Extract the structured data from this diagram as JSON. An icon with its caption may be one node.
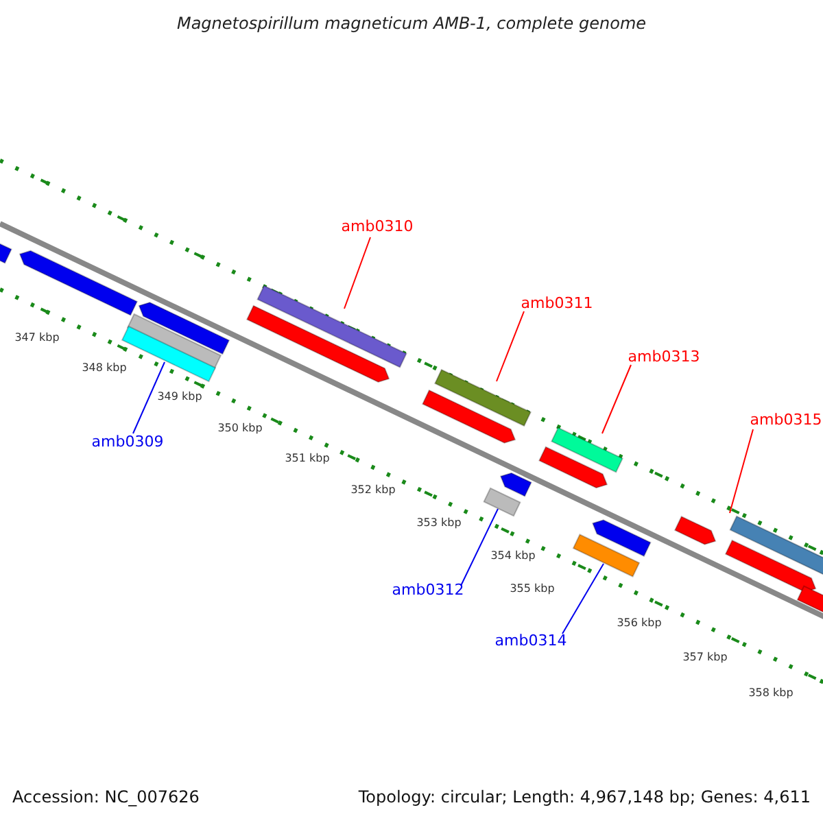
{
  "diagram": {
    "title": "Magnetospirillum magneticum AMB-1, complete genome",
    "nodes": [
      {
        "text": [
          "amb0310"
        ]
      },
      {
        "text": [],
        "shape": "bar"
      },
      {
        "text": [
          "amb0311"
        ]
      },
      {
        "text": [],
        "shape": "bar"
      },
      {
        "text": [
          "amb0313"
        ]
      },
      {
        "text": [],
        "shape": "bar"
      },
      {
        "text": [
          "amb0315"
        ]
      },
      {
        "text": [],
        "shape": "bar"
      },
      {
        "text": [
          "amb0309"
        ]
      },
      {
        "text": [],
        "shape": "bar"
      },
      {
        "text": [
          "amb0312"
        ]
      },
      {
        "text": [],
        "shape": "bar"
      },
      {
        "text": [
          "amb0314"
        ]
      },
      {
        "text": [],
        "shape": "bar"
      }
    ],
    "edges": [
      {
        "from": 0,
        "to": 1,
        "arrow": "none"
      },
      {
        "from": 2,
        "to": 3,
        "arrow": "none"
      },
      {
        "from": 4,
        "to": 5,
        "arrow": "none"
      },
      {
        "from": 6,
        "to": 7,
        "arrow": "none"
      },
      {
        "from": 8,
        "to": 9,
        "arrow": "none",
        "color": "#0000ee"
      },
      {
        "from": 10,
        "to": 11,
        "arrow": "none",
        "color": "#0000ee"
      },
      {
        "from": 12,
        "to": 13,
        "arrow": "none",
        "color": "#0000ee"
      }
    ],
    "labels": [
      "347 kbp",
      "348 kbp",
      "349 kbp",
      "350 kbp",
      "351 kbp",
      "352 kbp",
      "353 kbp",
      "354 kbp",
      "355 kbp",
      "356 kbp",
      "357 kbp",
      "358 kbp",
      "Accession: NC_007626",
      "Topology: circular; Length: 4,967,148 bp; Genes: 4,611"
    ]
  }
}
